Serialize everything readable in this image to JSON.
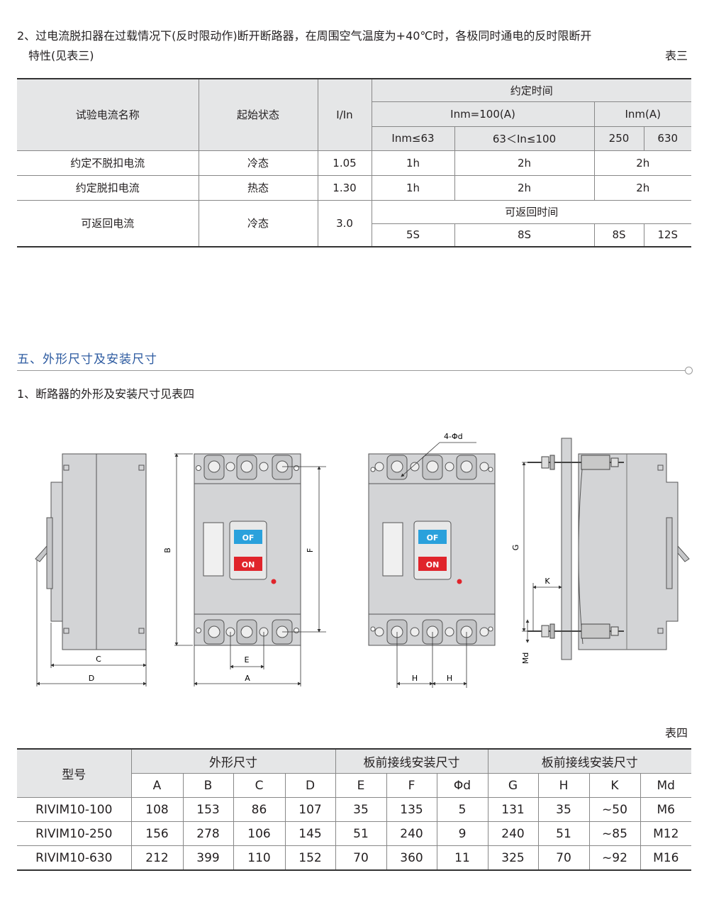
{
  "intro": {
    "line1": "2、过电流脱扣器在过载情况下(反时限动作)断开断路器，在周围空气温度为+40℃时，各极同时通电的反时限断开",
    "line2": "特性(见表三)",
    "table_label": "表三"
  },
  "table3": {
    "h_name": "试验电流名称",
    "h_state": "起始状态",
    "h_ratio": "I/In",
    "h_time": "约定时间",
    "h_inm100": "Inm=100(A)",
    "h_inm": "Inm(A)",
    "h_sub1": "Inm≤63",
    "h_sub2": "63＜In≤100",
    "h_sub3": "250",
    "h_sub4": "630",
    "r1": {
      "name": "约定不脱扣电流",
      "state": "冷态",
      "ratio": "1.05",
      "c1": "1h",
      "c2": "2h",
      "c3": "2h"
    },
    "r2": {
      "name": "约定脱扣电流",
      "state": "热态",
      "ratio": "1.30",
      "c1": "1h",
      "c2": "2h",
      "c3": "2h"
    },
    "r3": {
      "name": "可返回电流",
      "state": "冷态",
      "ratio": "3.0",
      "h_return": "可返回时间",
      "c1": "5S",
      "c2": "8S",
      "c3": "8S",
      "c4": "12S"
    }
  },
  "section": {
    "title": "五、外形尺寸及安装尺寸",
    "sub": "1、断路器的外形及安装尺寸见表四"
  },
  "drawing": {
    "hole_label": "4-Φd",
    "of_label": "OF",
    "on_label": "ON",
    "dims": {
      "A": "A",
      "B": "B",
      "C": "C",
      "D": "D",
      "E": "E",
      "F": "F",
      "G": "G",
      "H": "H",
      "K": "K",
      "Md": "Md"
    },
    "colors": {
      "of_blue": "#2aa1dc",
      "on_red": "#e0242b",
      "body_gray": "#d3d4d6",
      "indicator_red": "#e0242b"
    }
  },
  "table4": {
    "label": "表四",
    "h_model": "型号",
    "h_group1": "外形尺寸",
    "h_group2": "板前接线安装尺寸",
    "h_group3": "板前接线安装尺寸",
    "cols": [
      "A",
      "B",
      "C",
      "D",
      "E",
      "F",
      "Φd",
      "G",
      "H",
      "K",
      "Md"
    ],
    "rows": [
      [
        "RIVIM10-100",
        "108",
        "153",
        "86",
        "107",
        "35",
        "135",
        "5",
        "131",
        "35",
        "~50",
        "M6"
      ],
      [
        "RIVIM10-250",
        "156",
        "278",
        "106",
        "145",
        "51",
        "240",
        "9",
        "240",
        "51",
        "~85",
        "M12"
      ],
      [
        "RIVIM10-630",
        "212",
        "399",
        "110",
        "152",
        "70",
        "360",
        "11",
        "325",
        "70",
        "~92",
        "M16"
      ]
    ]
  }
}
